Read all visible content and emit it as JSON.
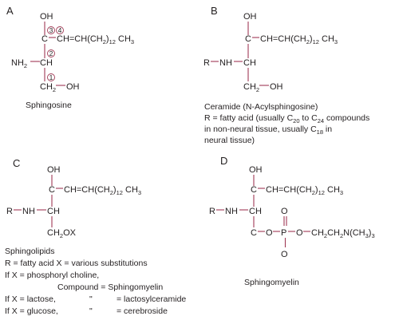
{
  "panels": {
    "a": {
      "label": "A",
      "oh": "OH",
      "c": "C",
      "chain": "CH=CH(CH",
      "chain_sub": "2",
      "chain_mid": ")",
      "chain_count": "12",
      "chain_end": " CH",
      "chain_end_sub": "3",
      "nh2": "NH",
      "nh2_sub": "2",
      "ch": "CH",
      "ch2": "CH",
      "ch2_sub": "2",
      "oh_end": "OH",
      "carbon_numbers": [
        "1",
        "2",
        "3",
        "4"
      ],
      "caption": "Sphingosine"
    },
    "b": {
      "label": "B",
      "oh": "OH",
      "c": "C",
      "chain": "CH=CH(CH",
      "chain_sub": "2",
      "chain_mid": ")",
      "chain_count": "12",
      "chain_end": " CH",
      "chain_end_sub": "3",
      "r": "R",
      "nh": "NH",
      "ch": "CH",
      "ch2": "CH",
      "ch2_sub": "2",
      "oh_end": "OH",
      "caption_title": "Ceramide (N-Acylsphingosine)",
      "caption_line1": "R = fatty acid (usually C",
      "caption_line1_sub1": "20",
      "caption_line1_to": " to C",
      "caption_line1_sub2": "24",
      "caption_line1_end": " compounds",
      "caption_line2": "in non-neural tissue, usually C",
      "caption_line2_sub": "18",
      "caption_line2_end": " in",
      "caption_line3": "neural tissue)"
    },
    "c": {
      "label": "C",
      "oh": "OH",
      "c": "C",
      "chain": "CH=CH(CH",
      "chain_sub": "2",
      "chain_mid": ")",
      "chain_count": "12",
      "chain_end": " CH",
      "chain_end_sub": "3",
      "r": "R",
      "nh": "NH",
      "ch": "CH",
      "ch2": "CH",
      "ch2_sub": "2",
      "ox": "OX",
      "caption_title": "Sphingolipids",
      "caption_line1": "R = fatty acid X = various substitutions",
      "caption_line2": "If X = phosphoryl choline,",
      "caption_line3": "Compound = Sphingomyelin",
      "caption_line4_a": "If X = lactose,",
      "caption_line4_b": "\"",
      "caption_line4_c": "= lactosylceramide",
      "caption_line5_a": "If X = glucose,",
      "caption_line5_b": "\"",
      "caption_line5_c": "= cerebroside"
    },
    "d": {
      "label": "D",
      "oh": "OH",
      "c": "C",
      "chain": "CH=CH(CH",
      "chain_sub": "2",
      "chain_mid": ")",
      "chain_count": "12",
      "chain_end": " CH",
      "chain_end_sub": "3",
      "r": "R",
      "nh": "NH",
      "ch": "CH",
      "c_bottom": "C",
      "o1": "O",
      "p": "P",
      "o_top": "O",
      "o_bottom": "O",
      "o2": "O",
      "tail": "CH",
      "tail_sub1": "2",
      "tail_mid": "CH",
      "tail_sub2": "2",
      "tail_end": "N(CH",
      "tail_sub3": "3",
      "tail_close": ")",
      "tail_sub4": "3",
      "caption": "Sphingomyelin"
    }
  },
  "colors": {
    "bond": "#a03a55",
    "text": "#231f20",
    "background": "#ffffff"
  }
}
